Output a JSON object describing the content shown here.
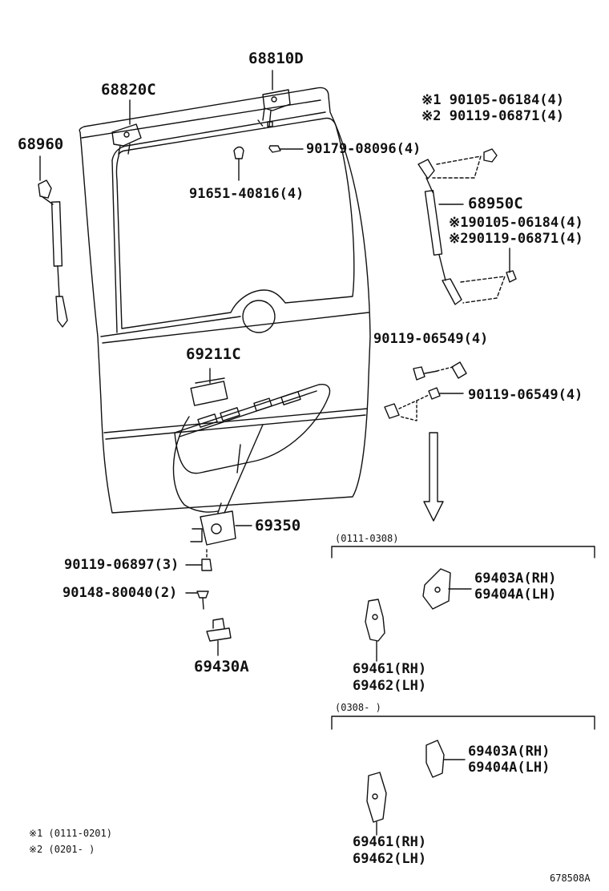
{
  "labels": {
    "p68810d": "68810D",
    "p68820c": "68820C",
    "p68960": "68960",
    "p90179": "90179-08096(4)",
    "p91651": "91651-40816(4)",
    "p68950c": "68950C",
    "top_note1": "※1 90105-06184(4)",
    "top_note2": "※2 90119-06871(4)",
    "mid_note1": "※190105-06184(4)",
    "mid_note2": "※290119-06871(4)",
    "p69211c": "69211C",
    "p90119_06549_a": "90119-06549(4)",
    "p90119_06549_b": "90119-06549(4)",
    "p69350": "69350",
    "p90119_06897": "90119-06897(3)",
    "p90148_80040": "90148-80040(2)",
    "p69430a": "69430A",
    "range1": "(0111-0308)",
    "range2": "(0308-      )",
    "r1_69403a": "69403A(RH)",
    "r1_69404a": "69404A(LH)",
    "r1_69461": "69461(RH)",
    "r1_69462": "69462(LH)",
    "r2_69403a": "69403A(RH)",
    "r2_69404a": "69404A(LH)",
    "r2_69461": "69461(RH)",
    "r2_69462": "69462(LH)",
    "foot1": "※1 (0111-0201)",
    "foot2": "※2 (0201-       )",
    "diagram_id": "678508A"
  }
}
